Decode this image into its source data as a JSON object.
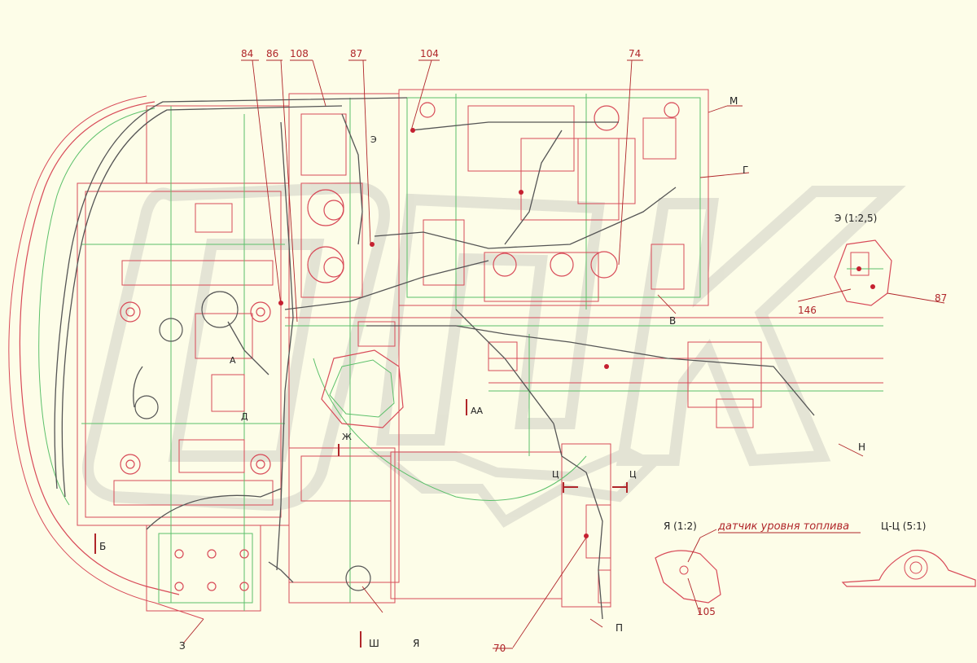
{
  "colors": {
    "background": "#fdfde8",
    "red": "#d84a58",
    "red_dark": "#b0262a",
    "green": "#5cc06a",
    "cable": "#555555",
    "watermark": "#d9d9cf"
  },
  "watermark_text": "ОПК",
  "callouts": {
    "c84": "84",
    "c86": "86",
    "c108": "108",
    "c87_top": "87",
    "c104": "104",
    "c74": "74",
    "c87_right": "87",
    "c146": "146",
    "c105": "105",
    "c70": "70"
  },
  "letters": {
    "M": "М",
    "G": "Г",
    "V": "В",
    "N": "Н",
    "B": "Б",
    "Z": "З",
    "Ya": "Я",
    "Sh": "Ш",
    "P": "П",
    "E": "Э",
    "A": "А",
    "D": "Д",
    "Zh": "Ж",
    "AA": "АА",
    "Ts_left": "Ц",
    "Ts_right": "Ц"
  },
  "views": {
    "view_e": "Э (1:2,5)",
    "view_ya": "Я (1:2)",
    "view_ts": "Ц-Ц (5:1)",
    "sensor_note": "датчик уровня топлива"
  }
}
